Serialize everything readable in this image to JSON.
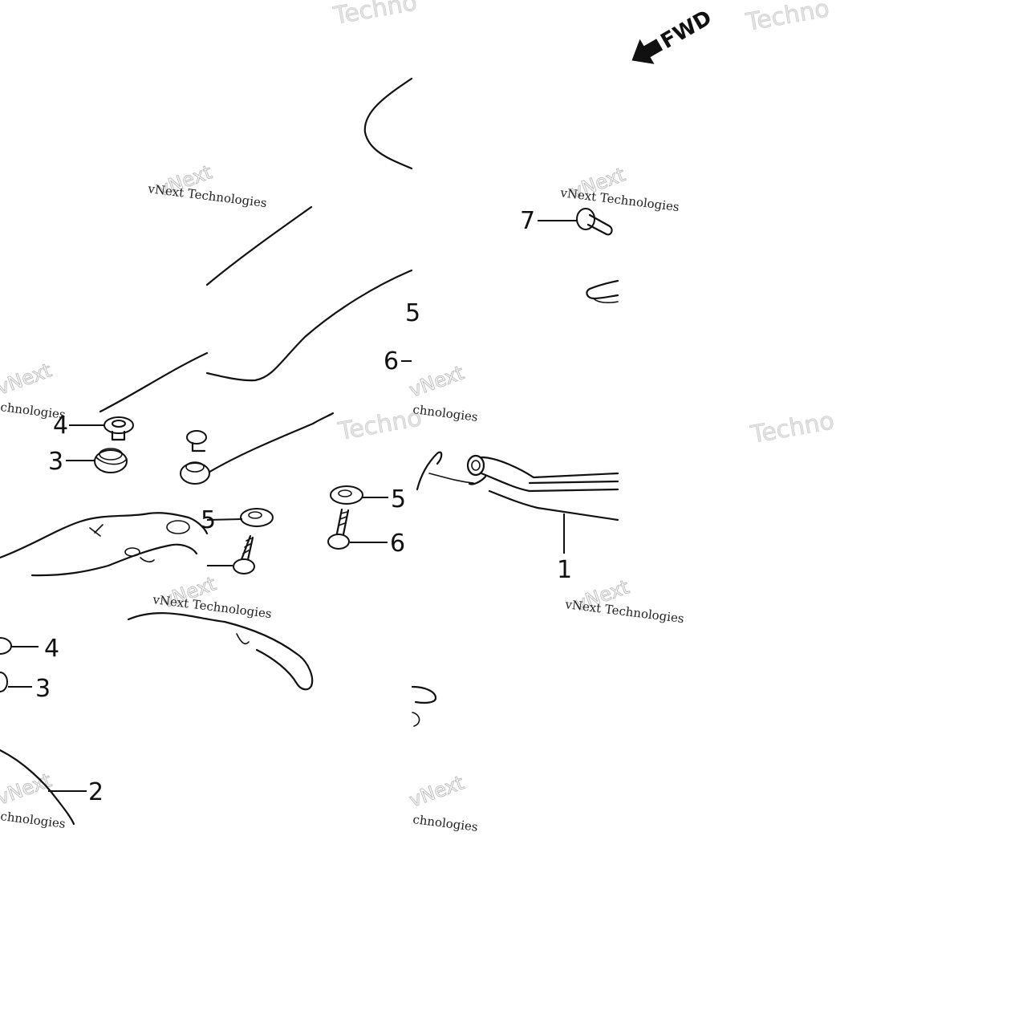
{
  "diagram": {
    "direction_marker": {
      "label": "FWD",
      "icon": "arrow-left-icon"
    },
    "callouts": {
      "c7": "7",
      "c6_top": "6",
      "c5_top": "5",
      "c4_left": "4",
      "c3_left": "3",
      "c5_right": "5",
      "c6_right": "6",
      "c1": "1",
      "c4_bottom": "4",
      "c3_bottom": "3",
      "c2": "2",
      "c5_mid": "5"
    },
    "watermarks": {
      "brand_large": "Techno",
      "brand_small": "vNext Technologies",
      "brand_outline": "vNext",
      "brand_tail": "chnologies"
    }
  }
}
